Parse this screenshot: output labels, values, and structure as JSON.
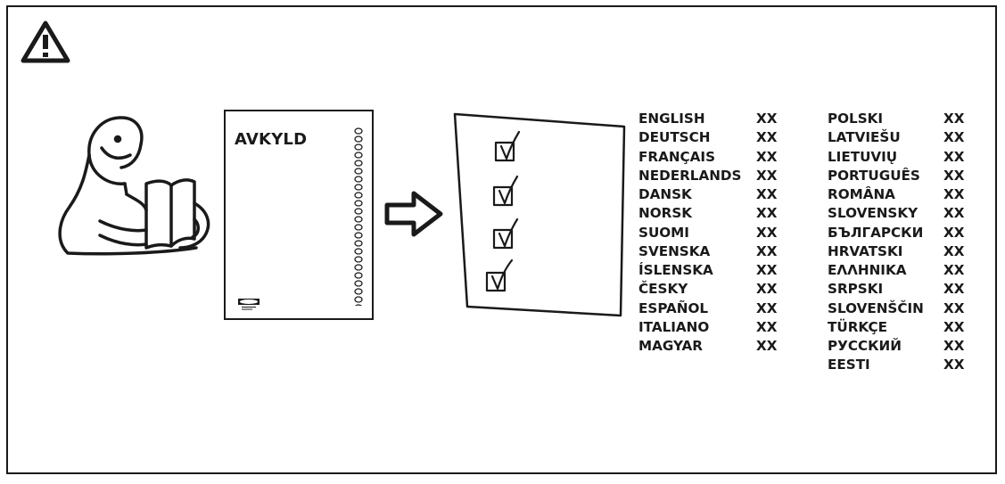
{
  "manual": {
    "title": "AVKYLD",
    "logo_icon": "ikea-logo-icon"
  },
  "icons": {
    "warning": "warning-triangle-icon",
    "reader": "person-reading-icon",
    "arrow": "arrow-right-icon",
    "checklist": "checklist-icon"
  },
  "languages": {
    "left": [
      {
        "name": "ENGLISH",
        "code": "XX"
      },
      {
        "name": "DEUTSCH",
        "code": "XX"
      },
      {
        "name": "FRANÇAIS",
        "code": "XX"
      },
      {
        "name": "NEDERLANDS",
        "code": "XX"
      },
      {
        "name": "DANSK",
        "code": "XX"
      },
      {
        "name": "NORSK",
        "code": "XX"
      },
      {
        "name": "SUOMI",
        "code": "XX"
      },
      {
        "name": "SVENSKA",
        "code": "XX"
      },
      {
        "name": "ÍSLENSKA",
        "code": "XX"
      },
      {
        "name": "ČESKY",
        "code": "XX"
      },
      {
        "name": "ESPAÑOL",
        "code": "XX"
      },
      {
        "name": "ITALIANO",
        "code": "XX"
      },
      {
        "name": "MAGYAR",
        "code": "XX"
      }
    ],
    "right": [
      {
        "name": "POLSKI",
        "code": "XX"
      },
      {
        "name": "LATVIEŠU",
        "code": "XX"
      },
      {
        "name": "LIETUVIŲ",
        "code": "XX"
      },
      {
        "name": "PORTUGUÊS",
        "code": "XX"
      },
      {
        "name": "ROMÂNA",
        "code": "XX"
      },
      {
        "name": "SLOVENSKY",
        "code": "XX"
      },
      {
        "name": "БЪЛГАРСКИ",
        "code": "XX"
      },
      {
        "name": "HRVATSKI",
        "code": "XX"
      },
      {
        "name": "ΕΛΛΗΝΙΚΑ",
        "code": "XX"
      },
      {
        "name": "SRPSKI",
        "code": "XX"
      },
      {
        "name": "SLOVENŠČIN",
        "code": "XX"
      },
      {
        "name": "TÜRKÇE",
        "code": "XX"
      },
      {
        "name": "РУССКИЙ",
        "code": "XX"
      },
      {
        "name": "EESTI",
        "code": "XX"
      }
    ]
  }
}
